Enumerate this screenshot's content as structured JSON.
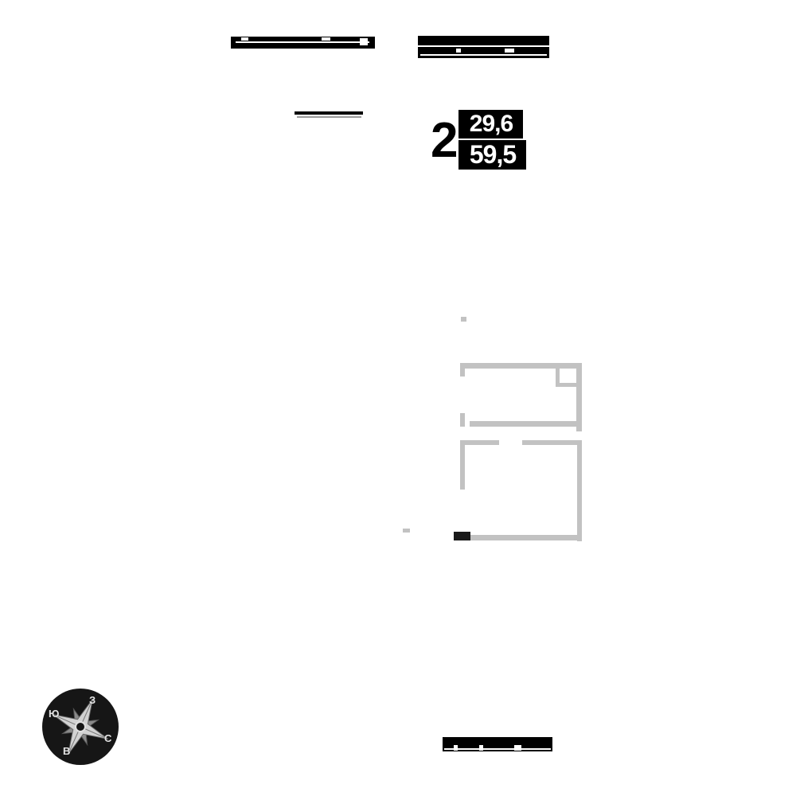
{
  "apartment_label": {
    "rooms": "2",
    "living_area": "29,6",
    "total_area": "59,5"
  },
  "compass": {
    "south": "Ю",
    "west": "З",
    "north": "С",
    "east": "В"
  },
  "colors": {
    "background": "#ffffff",
    "wall_black": "#000000",
    "wall_gray": "#c2c2c2",
    "label_bg": "#000000",
    "label_text": "#ffffff",
    "compass_bg": "#161616",
    "compass_star": "#d2d2d2"
  }
}
